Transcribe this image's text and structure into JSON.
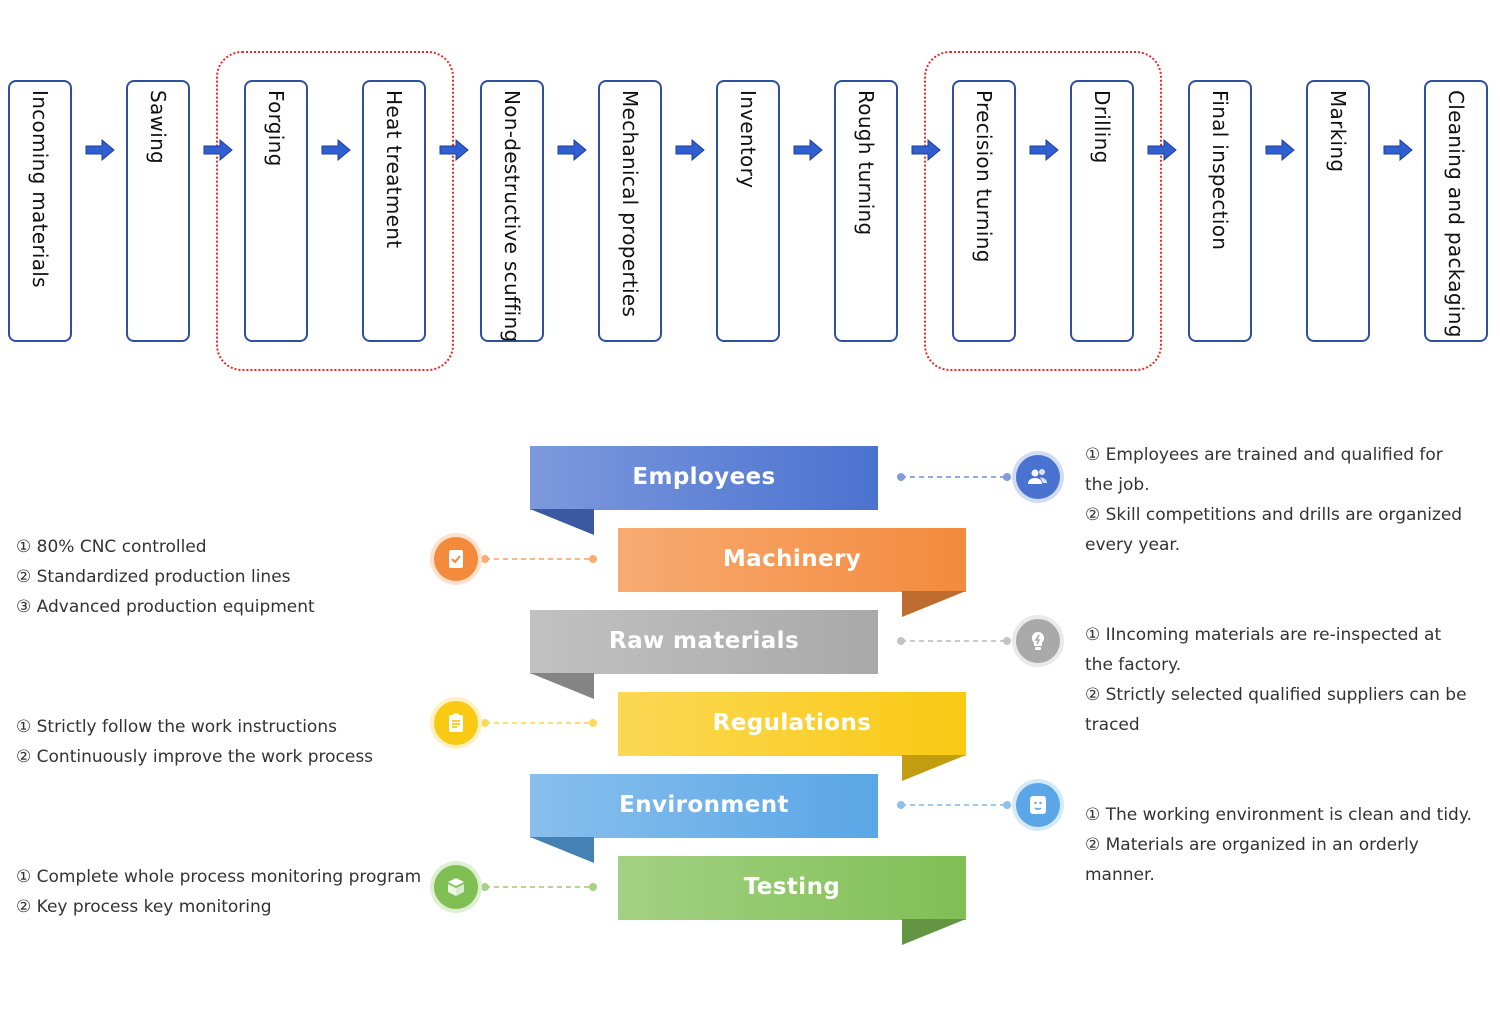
{
  "process_steps": [
    {
      "label": "Incoming materials"
    },
    {
      "label": "Sawing"
    },
    {
      "label": "Forging"
    },
    {
      "label": "Heat treatment"
    },
    {
      "label": "Non-destructive scuffing"
    },
    {
      "label": "Mechanical properties"
    },
    {
      "label": "Inventory"
    },
    {
      "label": "Rough turning"
    },
    {
      "label": "Precision turning"
    },
    {
      "label": "Drilling"
    },
    {
      "label": "Final inspection"
    },
    {
      "label": "Marking"
    },
    {
      "label": "Cleaning and packaging"
    }
  ],
  "highlight_groups": [
    {
      "steps": [
        "Forging",
        "Heat treatment"
      ]
    },
    {
      "steps": [
        "Precision turning",
        "Drilling"
      ]
    }
  ],
  "colors": {
    "step_border": "#2f4f9f",
    "arrow": "#2f5fd0",
    "highlight_border": "#e32b2b"
  },
  "factors": [
    {
      "title": "Employees",
      "side": "right",
      "icon": "users-icon",
      "color": "#4a72d0",
      "lines": [
        "① Employees are trained and qualified for",
        "the job.",
        "② Skill competitions and drills are organized",
        "every year."
      ]
    },
    {
      "title": "Machinery",
      "side": "left",
      "icon": "badge-check-icon",
      "color": "#f48a3c",
      "lines": [
        "① 80% CNC controlled",
        "② Standardized production lines",
        "③ Advanced production equipment"
      ]
    },
    {
      "title": "Raw materials",
      "side": "right",
      "icon": "lightbulb-icon",
      "color": "#a9a9a9",
      "lines": [
        "① IIncoming materials are re-inspected at",
        "the factory.",
        "② Strictly selected qualified suppliers can be",
        "traced"
      ]
    },
    {
      "title": "Regulations",
      "side": "left",
      "icon": "clipboard-icon",
      "color": "#f9c913",
      "lines": [
        "① Strictly follow the work instructions",
        "② Continuously improve the work process"
      ]
    },
    {
      "title": "Environment",
      "side": "right",
      "icon": "face-frame-icon",
      "color": "#5aa6e6",
      "lines": [
        "① The working environment is clean and tidy.",
        "② Materials are organized in an orderly",
        "manner."
      ]
    },
    {
      "title": "Testing",
      "side": "left",
      "icon": "box-icon",
      "color": "#7fbf54",
      "lines": [
        "① Complete whole process monitoring program",
        "② Key process key monitoring"
      ]
    }
  ]
}
